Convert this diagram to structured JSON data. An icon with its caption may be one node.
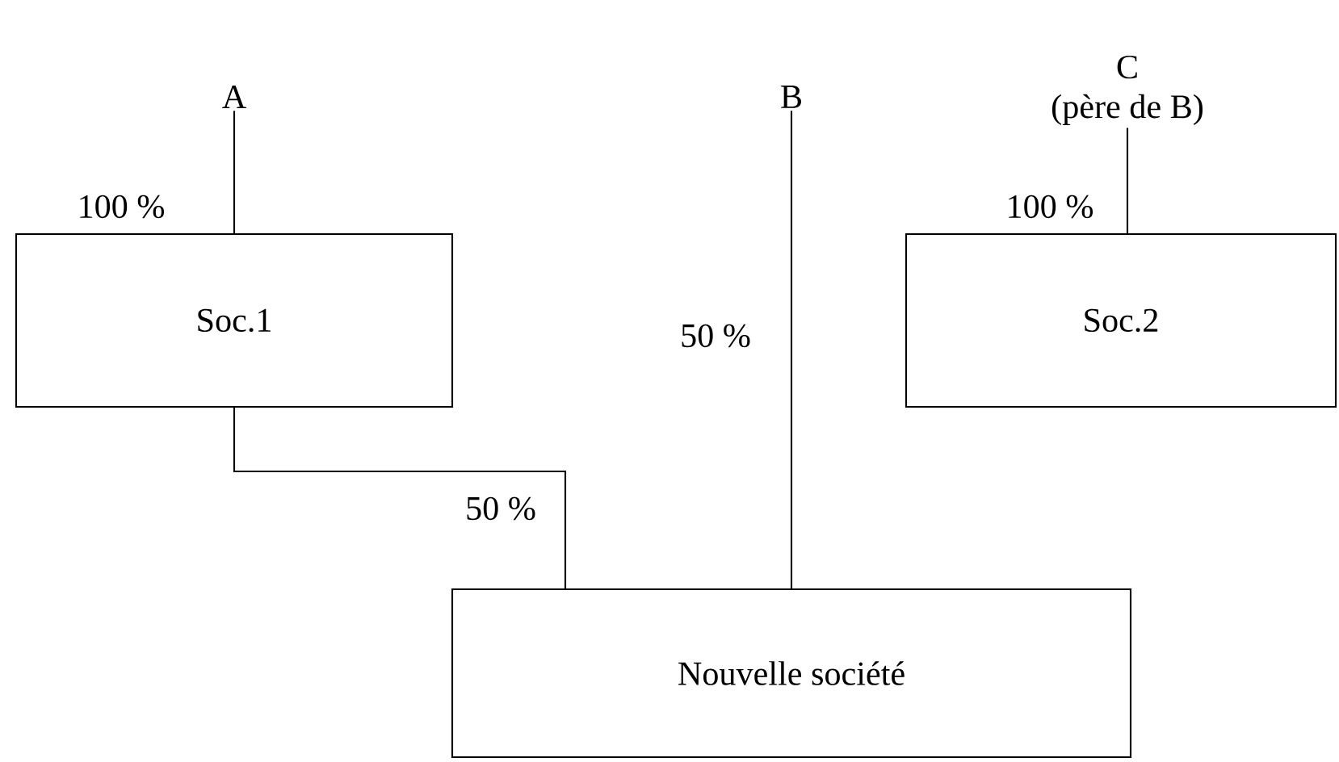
{
  "diagram": {
    "nodes": [
      {
        "text": [
          "A"
        ]
      },
      {
        "text": [
          "B"
        ]
      },
      {
        "text": [
          "C",
          "(père de B)"
        ]
      },
      {
        "text": [
          "Soc.1"
        ]
      },
      {
        "text": [
          "Nouvelle société"
        ]
      },
      {
        "text": [
          "Soc.2"
        ]
      }
    ],
    "edges": [
      {
        "from": 0,
        "to": 3,
        "arrow": "none",
        "label": "100 %"
      },
      {
        "from": 3,
        "to": 4,
        "arrow": "none",
        "label": "50 %"
      },
      {
        "from": 1,
        "to": 4,
        "arrow": "none",
        "label": "50 %"
      },
      {
        "from": 2,
        "to": 5,
        "arrow": "none",
        "label": "100 %"
      }
    ]
  }
}
